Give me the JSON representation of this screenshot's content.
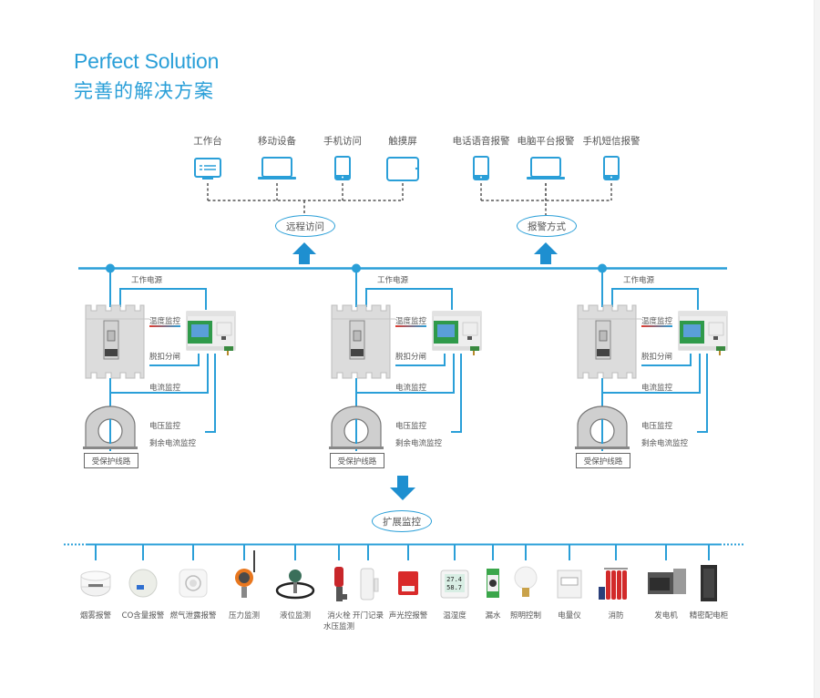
{
  "header": {
    "title_en": "Perfect Solution",
    "title_cn": "完善的解决方案"
  },
  "colors": {
    "accent": "#2a9fd8",
    "text": "#555555",
    "breaker_gray": "#d9d9d9",
    "monitor_green": "#2f9a4a",
    "screen_blue": "#5a9fd8"
  },
  "remote_access": {
    "hub_label": "远程访问",
    "devices": [
      {
        "label": "工作台",
        "icon": "desktop-monitor-icon"
      },
      {
        "label": "移动设备",
        "icon": "laptop-icon"
      },
      {
        "label": "手机访问",
        "icon": "phone-icon"
      },
      {
        "label": "触摸屏",
        "icon": "tablet-icon"
      }
    ]
  },
  "alarm": {
    "hub_label": "报警方式",
    "devices": [
      {
        "label": "电话语音报警",
        "icon": "phone-icon"
      },
      {
        "label": "电脑平台报警",
        "icon": "laptop-icon"
      },
      {
        "label": "手机短信报警",
        "icon": "phone-icon"
      }
    ]
  },
  "bays": [
    {
      "power_label": "工作电源",
      "temp_label": "温度监控",
      "trip_label": "脱扣分闸",
      "current_label": "电流监控",
      "voltage_label": "电压监控",
      "residual_label": "剩余电流监控",
      "line_label": "受保护线路"
    },
    {
      "power_label": "工作电源",
      "temp_label": "温度监控",
      "trip_label": "脱扣分闸",
      "current_label": "电流监控",
      "voltage_label": "电压监控",
      "residual_label": "剩余电流监控",
      "line_label": "受保护线路"
    },
    {
      "power_label": "工作电源",
      "temp_label": "温度监控",
      "trip_label": "脱扣分闸",
      "current_label": "电流监控",
      "voltage_label": "电压监控",
      "residual_label": "剩余电流监控",
      "line_label": "受保护线路"
    }
  ],
  "extension": {
    "hub_label": "扩展监控",
    "devices": [
      {
        "label": "烟雾报警",
        "icon": "smoke-detector-icon"
      },
      {
        "label": "CO含量报警",
        "icon": "co-detector-icon"
      },
      {
        "label": "燃气泄露报警",
        "icon": "gas-detector-icon"
      },
      {
        "label": "压力监测",
        "icon": "pressure-transmitter-icon"
      },
      {
        "label": "液位监测",
        "icon": "level-sensor-icon"
      },
      {
        "label": "消火栓",
        "label2": "水压监测",
        "icon": "hydrant-icon"
      },
      {
        "label": "开门记录",
        "icon": "door-sensor-icon"
      },
      {
        "label": "声光控报警",
        "icon": "strobe-alarm-icon"
      },
      {
        "label": "温湿度",
        "icon": "thermo-hygrometer-icon",
        "readings": [
          "27.4",
          "58.7"
        ]
      },
      {
        "label": "漏水",
        "icon": "water-leak-sensor-icon"
      },
      {
        "label": "照明控制",
        "icon": "light-bulb-icon"
      },
      {
        "label": "电量仪",
        "icon": "power-meter-icon"
      },
      {
        "label": "消防",
        "icon": "fire-suppression-icon"
      },
      {
        "label": "发电机",
        "icon": "generator-icon"
      },
      {
        "label": "精密配电柜",
        "icon": "distribution-cabinet-icon"
      }
    ]
  }
}
